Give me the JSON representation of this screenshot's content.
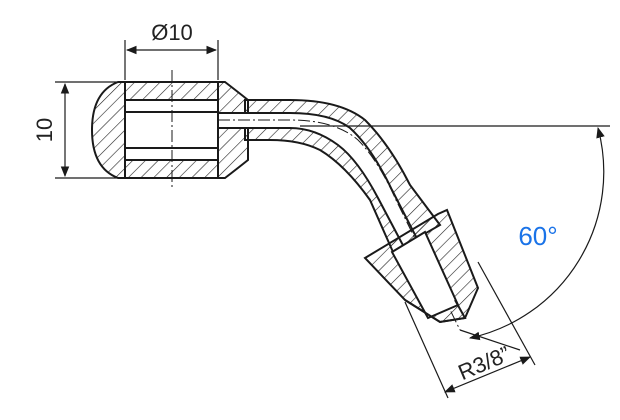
{
  "drawing": {
    "dimensions": {
      "diameter_label": "Ø10",
      "height_label": "10",
      "angle_label": "60°",
      "thread_label": "R3/8”"
    },
    "colors": {
      "outline": "#1a1a1a",
      "hatch": "#222222",
      "angle_text": "#1a73e8",
      "background": "#ffffff"
    }
  }
}
